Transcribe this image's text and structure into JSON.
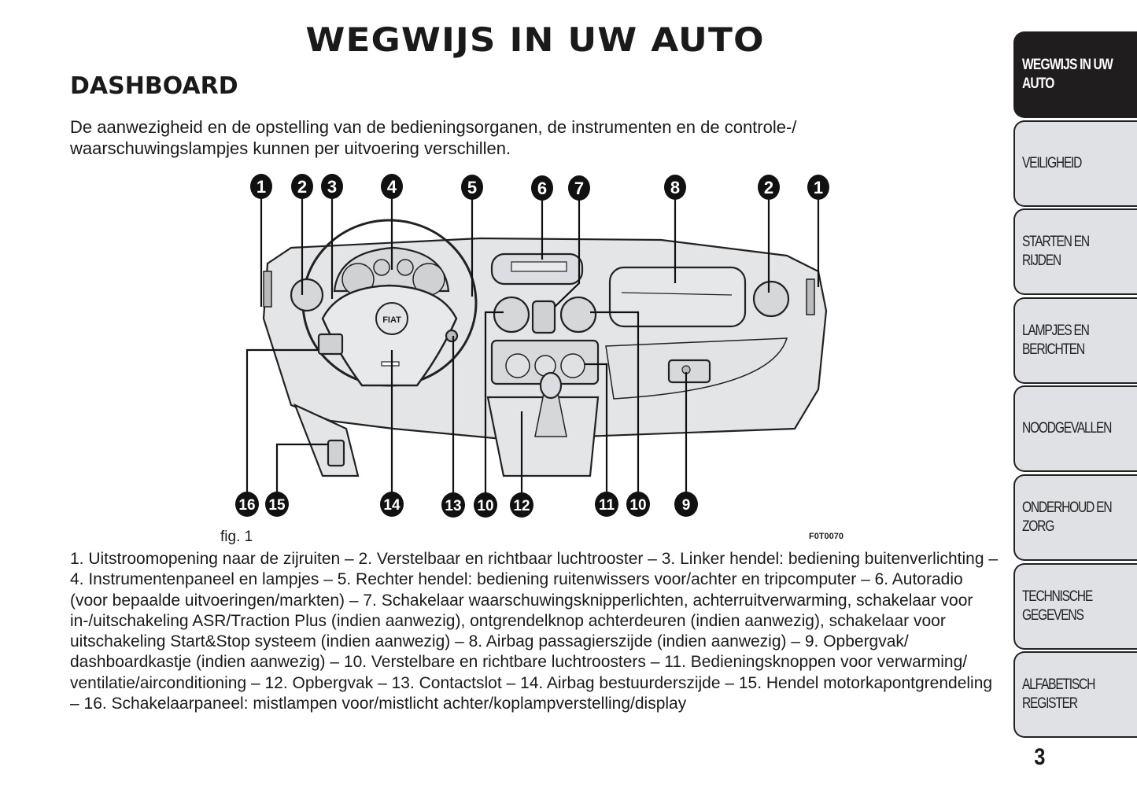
{
  "page": {
    "title": "WEGWIJS IN UW AUTO",
    "section_title": "DASHBOARD",
    "intro": "De aanwezigheid en de opstelling van de bedieningsorganen, de instrumenten en de controle-/ waarschuwingslampjes kunnen per uitvoering verschillen.",
    "page_number": "3"
  },
  "figure": {
    "label": "fig. 1",
    "code": "F0T0070",
    "callouts_top": [
      "1",
      "2",
      "3",
      "4",
      "5",
      "6",
      "7",
      "8",
      "2",
      "1"
    ],
    "callouts_bottom": [
      "16",
      "15",
      "14",
      "13",
      "10",
      "12",
      "11",
      "10",
      "9"
    ],
    "brand_logo": "FIAT"
  },
  "legend": "1. Uitstroomopening naar de zijruiten – 2. Verstelbaar en richtbaar luchtrooster – 3. Linker hendel: bediening buitenverlichting – 4. Instrumentenpaneel en lampjes – 5. Rechter hendel: bediening ruitenwissers voor/achter en tripcomputer – 6. Autoradio (voor bepaalde uitvoeringen/markten) – 7. Schakelaar waarschuwingsknipperlichten, achterruitverwarming, schakelaar voor in-/uitschakeling ASR/Traction Plus (indien aanwezig), ontgrendelknop achterdeuren (indien aanwezig), schakelaar voor uitschakeling Start&Stop systeem (indien aanwezig) – 8. Airbag passagierszijde (indien aanwezig) – 9. Opbergvak/ dashboardkastje (indien aanwezig) – 10. Verstelbare en richtbare luchtroosters – 11. Bedieningsknoppen voor verwarming/ ventilatie/airconditioning – 12. Opbergvak – 13. Contactslot – 14. Airbag bestuurderszijde – 15. Hendel motorkapontgrendeling – 16. Schakelaarpaneel: mistlampen voor/mistlicht achter/koplampverstelling/display",
  "tabs": [
    {
      "label": "WEGWIJS IN UW\nAUTO",
      "active": true
    },
    {
      "label": "VEILIGHEID",
      "active": false
    },
    {
      "label": "STARTEN EN RIJDEN",
      "active": false
    },
    {
      "label": "LAMPJES EN\nBERICHTEN",
      "active": false
    },
    {
      "label": "NOODGEVALLEN",
      "active": false
    },
    {
      "label": "ONDERHOUD EN\nZORG",
      "active": false
    },
    {
      "label": "TECHNISCHE\nGEGEVENS",
      "active": false
    },
    {
      "label": "ALFABETISCH\nREGISTER",
      "active": false
    }
  ],
  "colors": {
    "tab_active": "#1f1d1e",
    "tab_inactive": "#dfe1e4",
    "drawing_fill": "#e4e5e7",
    "callout": "#111111"
  }
}
